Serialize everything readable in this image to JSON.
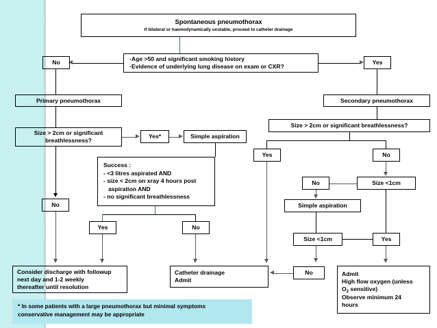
{
  "diagram": {
    "title": "Spontaneous pneumothorax management flowchart",
    "colors": {
      "band": "#b8ecec",
      "footnote_bg": "#b3e7f0",
      "box_border": "#000000",
      "connector": "#55585a",
      "connector_blue": "#3d6e91"
    },
    "nodes": {
      "start_title": "Spontaneous pneumothorax",
      "start_subtitle": "If bilateral or haemodynamically unstable, proceed to catheter drainage",
      "criteria_line1": "·Age >50 and significant smoking history",
      "criteria_line2": "·Evidence of underlying lung disease on exam or CXR?",
      "criteria_no": "No",
      "criteria_yes": "Yes",
      "primary": "Primary pneumothorax",
      "secondary": "Secondary pneumothorax",
      "primary_size_q_line1": "Size > 2cm or significant",
      "primary_size_q_line2": "breathlessness?",
      "primary_yes_star": "Yes*",
      "primary_simple_aspiration": "Simple aspiration",
      "primary_no": "No",
      "success_title": "Success :",
      "success_item1": "-  <3 litres aspirated AND",
      "success_item2": "-  size < 2cm on xray 4 hours post",
      "success_item2b": "aspiration AND",
      "success_item3": "-  no significant breathlessness",
      "success_yes": "Yes",
      "success_no": "No",
      "discharge_line1": "Consider discharge with followup",
      "discharge_line2": "next day and 1-2 weekly",
      "discharge_line3": "thereafter until resolution",
      "catheter_line1": "Catheter drainage",
      "catheter_line2": "Admit",
      "secondary_size_q": "Size > 2cm or significant breathlessness?",
      "secondary_yes": "Yes",
      "secondary_no": "No",
      "size_1cm_top": "Size <1cm",
      "size_1cm_top_no": "No",
      "secondary_simple_aspiration": "Simple aspiration",
      "size_1cm_bottom": "Size <1cm",
      "size_1cm_bottom_no": "No",
      "size_1cm_top_yes": "Yes",
      "admit_line1": "Admit",
      "admit_line2": "High flow oxygen (unless",
      "admit_line3a": "O",
      "admit_line3sub": "2",
      "admit_line3b": " sensitive)",
      "admit_line4": "Observe minimum 24",
      "admit_line5": "hours"
    },
    "footnote": {
      "line1": "* In some patients with a large pneumothorax but minimal symptoms",
      "line2": "conservative management may be appropriate"
    }
  }
}
